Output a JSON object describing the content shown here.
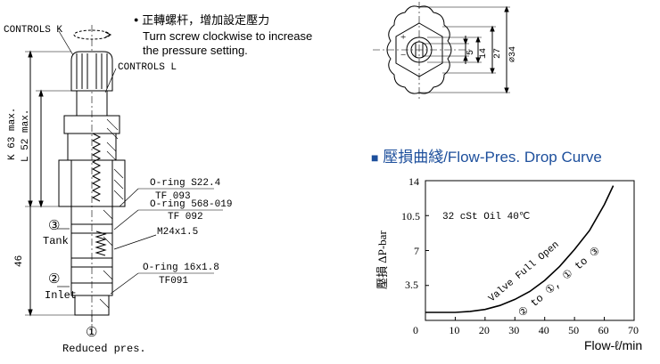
{
  "instruction": {
    "bullet": "●",
    "zh": "正轉螺杆，增加設定壓力",
    "en_line1": "Turn screw clockwise to increase",
    "en_line2": "the pressure setting."
  },
  "labels": {
    "controls_k": "CONTROLS K",
    "controls_l": "CONTROLS L",
    "k_dim": "K 63 max.",
    "l_dim": "L 52 max.",
    "dim_46": "46",
    "port3_num": "③",
    "port3_name": "Tank",
    "port2_num": "②",
    "port2_name": "Inlet",
    "port1_num": "①",
    "port1_name": "Reduced pres.",
    "oring1_size": "O-ring S22.4",
    "oring1_code": "TF 093",
    "oring2_size": "O-ring 568-019",
    "oring2_code": "TF 092",
    "thread": "M24x1.5",
    "oring3_size": "O-ring 16x1.8",
    "oring3_code": "TF091"
  },
  "end_view": {
    "dims": [
      "5",
      "14",
      "27",
      "⌀34"
    ],
    "symbols": [
      "+",
      "−"
    ]
  },
  "chart_data": {
    "type": "line",
    "title": "壓損曲綫/Flow-Pres. Drop Curve",
    "title_marker": "■",
    "xlabel": "Flow-ℓ/min",
    "ylabel": "壓損 ΔP-bar",
    "x_ticks": [
      "10",
      "20",
      "30",
      "40",
      "50",
      "60",
      "70"
    ],
    "y_ticks": [
      "3.5",
      "7",
      "10.5",
      "14"
    ],
    "origin_label": "0",
    "xlim": [
      0,
      70
    ],
    "ylim": [
      0,
      14
    ],
    "grid": false,
    "annotation_oil": "32 cSt Oil 40℃",
    "annotation_valve": "Valve Full Open",
    "annotation_path": "② to ①, ① to ③",
    "series": [
      {
        "x": [
          0,
          5,
          10,
          15,
          20,
          25,
          30,
          35,
          40,
          45,
          50,
          55,
          60,
          63
        ],
        "values": [
          0.8,
          0.8,
          0.8,
          0.9,
          1.1,
          1.5,
          2.1,
          2.9,
          4.0,
          5.4,
          7.1,
          9.0,
          11.6,
          13.5
        ]
      }
    ]
  }
}
